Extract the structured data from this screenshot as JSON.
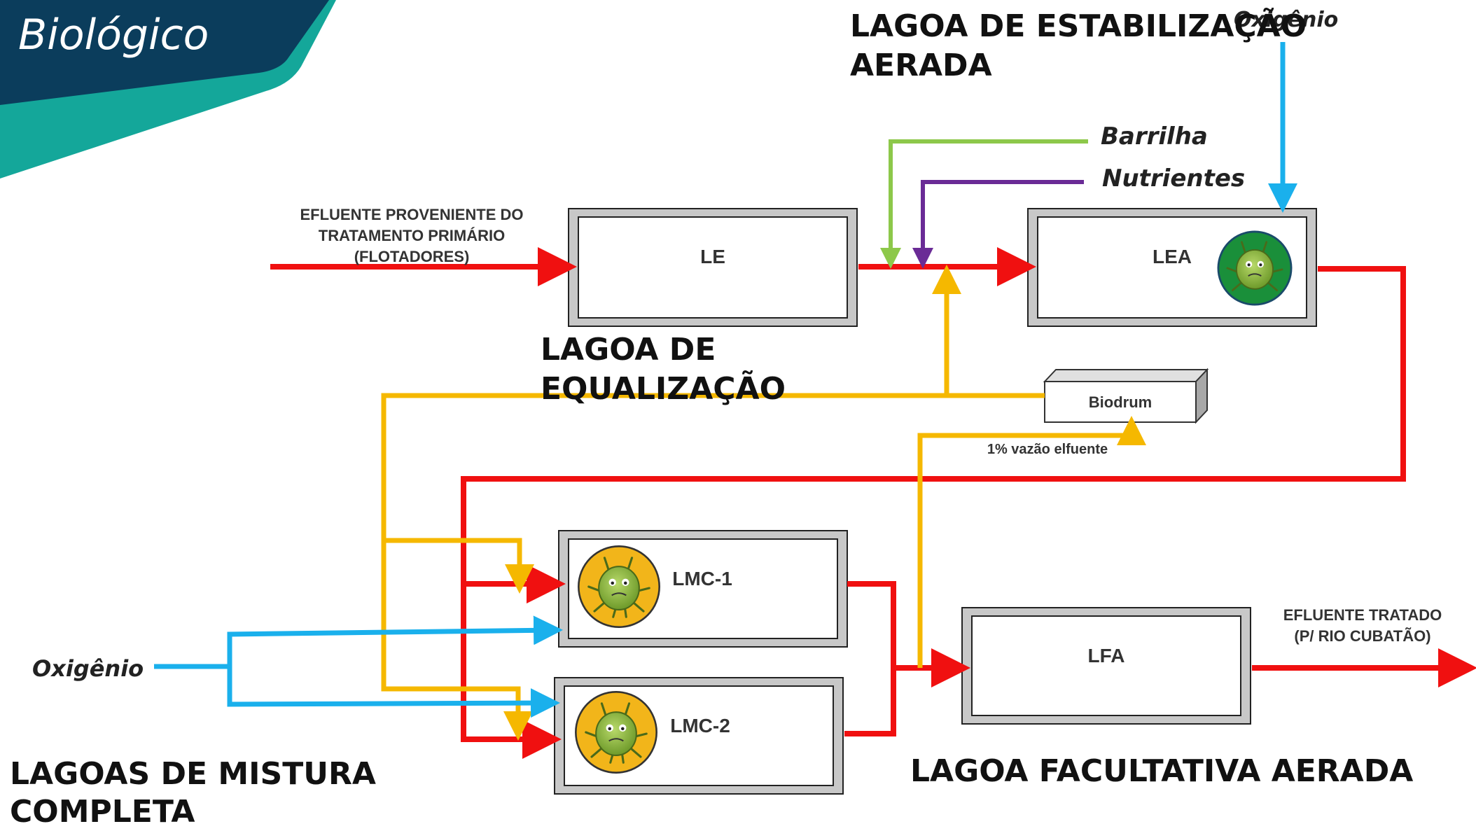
{
  "header": {
    "title": "Biológico"
  },
  "units": {
    "le": {
      "code": "LE",
      "caption_line1": "LAGOA DE",
      "caption_line2": "EQUALIZAÇÃO"
    },
    "lea": {
      "code": "LEA",
      "caption_line1": "LAGOA DE ESTABILIZAÇÃO",
      "caption_line2": "AERADA"
    },
    "lmc1": {
      "code": "LMC-1"
    },
    "lmc2": {
      "code": "LMC-2"
    },
    "lmc_group": {
      "caption_line1": "LAGOAS DE MISTURA",
      "caption_line2": "COMPLETA"
    },
    "lfa": {
      "code": "LFA",
      "caption": "LAGOA FACULTATIVA AERADA"
    },
    "biodrum": {
      "code": "Biodrum"
    }
  },
  "streams": {
    "inlet_line1": "EFLUENTE PROVENIENTE DO",
    "inlet_line2": "TRATAMENTO PRIMÁRIO",
    "inlet_line3": "(FLOTADORES)",
    "outlet_line1": "EFLUENTE TRATADO",
    "outlet_line2": "(P/ RIO CUBATÃO)",
    "biodrum_feed": "1% vazão elfuente"
  },
  "inputs": {
    "barrilha": "Barrilha",
    "nutrientes": "Nutrientes",
    "oxigenio_top": "Oxigênio",
    "oxigenio_left": "Oxigênio"
  },
  "colors": {
    "header_dark": "#0b3d5c",
    "header_teal": "#14a79a",
    "effluent": "#f01010",
    "biodrum_line": "#f5b800",
    "oxygen": "#1ab0ec",
    "barrilha": "#8dc84a",
    "nutrientes": "#6a2b96",
    "microbe_badge": "#f2b51a"
  }
}
